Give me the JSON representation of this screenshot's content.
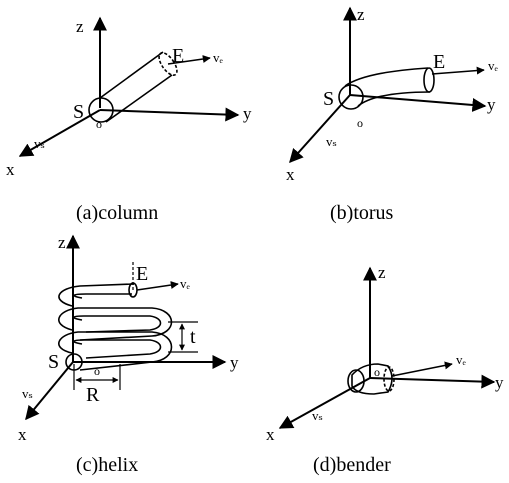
{
  "panels": [
    {
      "id": "a",
      "caption": "(a)column",
      "axes": {
        "z": "z",
        "y": "y",
        "x": "x"
      },
      "labels": {
        "start": "S",
        "end": "E",
        "origin": "o",
        "ve": "vₑ",
        "vs": "vₛ"
      }
    },
    {
      "id": "b",
      "caption": "(b)torus",
      "axes": {
        "z": "z",
        "y": "y",
        "x": "x"
      },
      "labels": {
        "start": "S",
        "end": "E",
        "origin": "o",
        "ve": "vₑ",
        "vs": "vₛ"
      }
    },
    {
      "id": "c",
      "caption": "(c)helix",
      "axes": {
        "z": "z",
        "y": "y",
        "x": "x"
      },
      "labels": {
        "start": "S",
        "end": "E",
        "origin": "o",
        "ve": "vₑ",
        "vs": "vₛ",
        "pitch": "t",
        "radius": "R"
      }
    },
    {
      "id": "d",
      "caption": "(d)bender",
      "axes": {
        "z": "z",
        "y": "y",
        "x": "x"
      },
      "labels": {
        "origin": "o",
        "ve": "vₑ",
        "vs": "vₛ"
      }
    }
  ]
}
